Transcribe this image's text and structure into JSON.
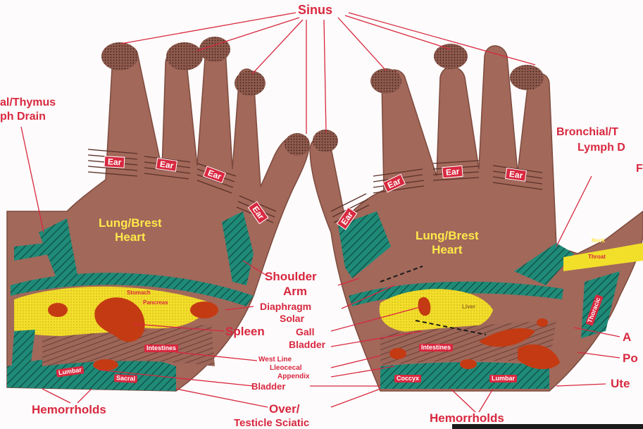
{
  "title_label": "Sinus",
  "left_hand": {
    "top_left_label_line1": "al/Thymus",
    "top_left_label_line2": "ph Drain",
    "palm_line1": "Lung/Brest",
    "palm_line2": "Heart",
    "ear_labels": [
      "Ear",
      "Ear",
      "Ear",
      "Ear"
    ],
    "stomach": "Stomach",
    "pancreas": "Pancreas",
    "intestines": "Intestines",
    "lumbar": "Lumbar",
    "sacral": "Sacral",
    "bottom_label": "Hemorrholds"
  },
  "right_hand": {
    "top_right_label_line1": "Bronchial/T",
    "top_right_label_line2": "Lymph D",
    "top_right_label_line3": "F",
    "palm_line1": "Lung/Brest",
    "palm_line2": "Heart",
    "ear_labels": [
      "Ear",
      "Ear",
      "Ear",
      "Ear"
    ],
    "liver": "Liver",
    "intestines": "Intestines",
    "neck": "Neck",
    "throat": "Throat",
    "thoracic": "Thoracic",
    "coccyx": "Coccyx",
    "lumbar": "Lumbar",
    "right_a": "A",
    "right_po": "Po",
    "right_ute": "Ute",
    "bottom_label": "Hemorrholds"
  },
  "center_labels": {
    "shoulder": "Shoulder",
    "arm": "Arm",
    "diaphragm": "Diaphragm",
    "solar": "Solar",
    "spleen": "Spleen",
    "gall": "Gall",
    "bladder_gall": "Bladder",
    "west_line": "West Line",
    "ileocecal": "Lleocecal",
    "appendix": "Appendix",
    "bladder": "Bladder",
    "over": "Over/",
    "testicle": "Testicle Sciatic"
  },
  "colors": {
    "label_red": "#d8283f",
    "skin": "#a2685a",
    "skin_dark": "#7d4a3e",
    "band_green": "#1f8a78",
    "zone_yellow": "#f2df2a",
    "organ_red": "#c43a12",
    "palm_text": "#ffe94a"
  }
}
